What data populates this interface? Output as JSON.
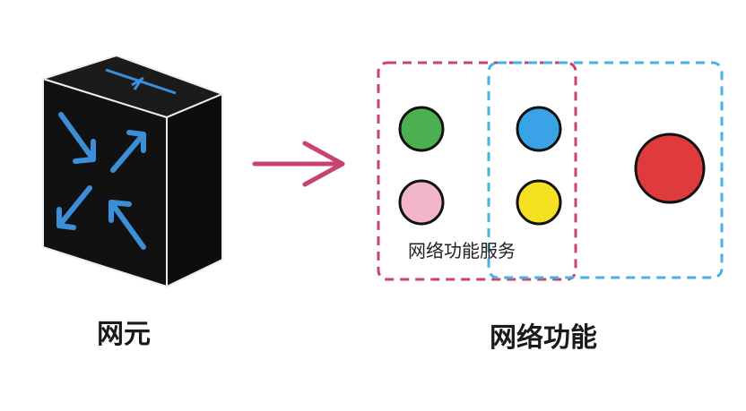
{
  "diagram": {
    "network_element": {
      "label": "网元",
      "icon": "router-switch-icon",
      "body_color": "#111111",
      "arrow_color": "#3a8fd8"
    },
    "network_function": {
      "label": "网络功能",
      "service_label": "网络功能服务",
      "service_box_color": "#c8446e",
      "function_box_color": "#4ab2e3",
      "circles": [
        {
          "name": "green",
          "color": "#4caf50"
        },
        {
          "name": "blue",
          "color": "#3aa3e8"
        },
        {
          "name": "pink",
          "color": "#f2b6c9"
        },
        {
          "name": "yellow",
          "color": "#f5e021"
        },
        {
          "name": "red",
          "color": "#df3a3c"
        }
      ]
    },
    "connector": {
      "icon": "right-arrow-icon",
      "color": "#c8446e"
    }
  }
}
